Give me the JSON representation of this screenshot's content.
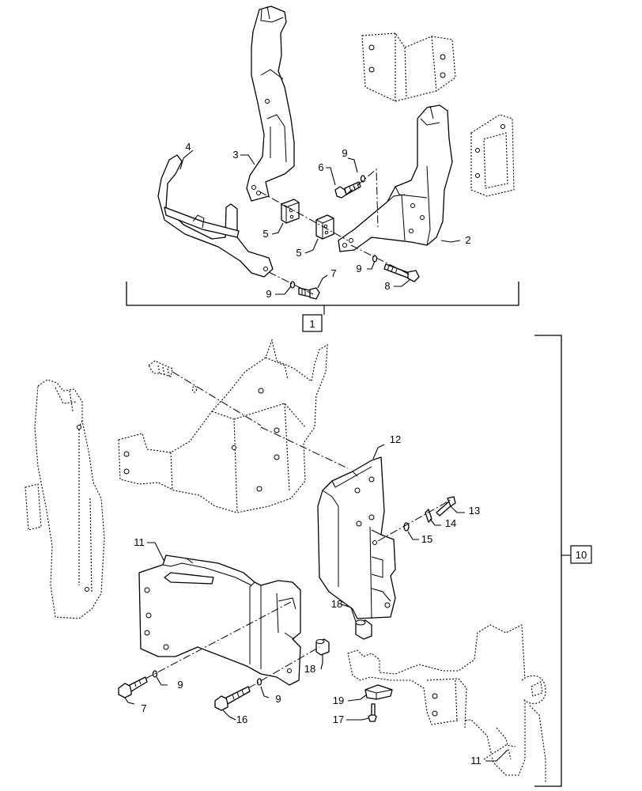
{
  "callouts": {
    "c1": "1",
    "c2": "2",
    "c3": "3",
    "c4": "4",
    "c5a": "5",
    "c5b": "5",
    "c6": "6",
    "c7a": "7",
    "c7b": "7",
    "c8": "8",
    "c9a": "9",
    "c9b": "9",
    "c9c": "9",
    "c9d": "9",
    "c9e": "9",
    "c10": "10",
    "c11a": "11",
    "c11b": "11",
    "c12": "12",
    "c13": "13",
    "c14": "14",
    "c15": "15",
    "c16": "16",
    "c17": "17",
    "c18a": "18",
    "c18b": "18",
    "c19": "19"
  }
}
